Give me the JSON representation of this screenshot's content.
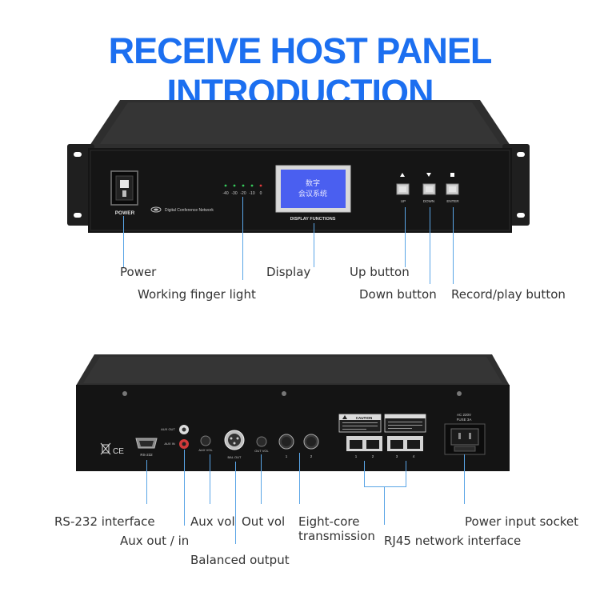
{
  "title": "RECEIVE HOST PANEL INTRODUCTION",
  "front_panel": {
    "power_label": "POWER",
    "brand_text": "Digital Conference Network",
    "meter_labels": [
      "-40",
      "-30",
      "-20",
      "-10",
      "0"
    ],
    "display_text_line1": "数字",
    "display_text_line2": "会议系统",
    "display_caption": "DISPLAY FUNCTIONS",
    "button_labels": [
      "UP",
      "DOWN",
      "ENTER"
    ]
  },
  "rear_panel": {
    "rs232_label": "RS-232",
    "aux_out_label": "AUX OUT",
    "aux_in_label": "AUX IN",
    "aux_vol_label": "AUX VOL",
    "bal_out_label": "BAL OUT",
    "out_vol_label": "OUT VOL",
    "din_numbers": [
      "1",
      "2"
    ],
    "rj45_numbers": [
      "1",
      "2",
      "3",
      "4"
    ],
    "caution_label": "CAUTION",
    "power_rating_line1": "AC 220V",
    "power_rating_line2": "FUSE 3A",
    "ce_mark": "CE"
  },
  "callouts": {
    "power": "Power",
    "working_finger_light": "Working finger light",
    "display": "Display",
    "up_button": "Up button",
    "down_button": "Down button",
    "record_play_button": "Record/play button",
    "rs232_interface": "RS-232 interface",
    "aux_out_in": "Aux out / in",
    "aux_vol": "Aux vol",
    "out_vol": "Out vol",
    "eight_core_line1": "Eight-core",
    "eight_core_line2": "transmission",
    "rj45_network_interface": "RJ45 network interface",
    "power_input_socket": "Power input socket",
    "balanced_output": "Balanced output"
  },
  "colors": {
    "title": "#1c6ff0",
    "callout_line": "#5aa5e6",
    "lcd": "#4a5ff0",
    "chassis": "#1c1c1c"
  }
}
